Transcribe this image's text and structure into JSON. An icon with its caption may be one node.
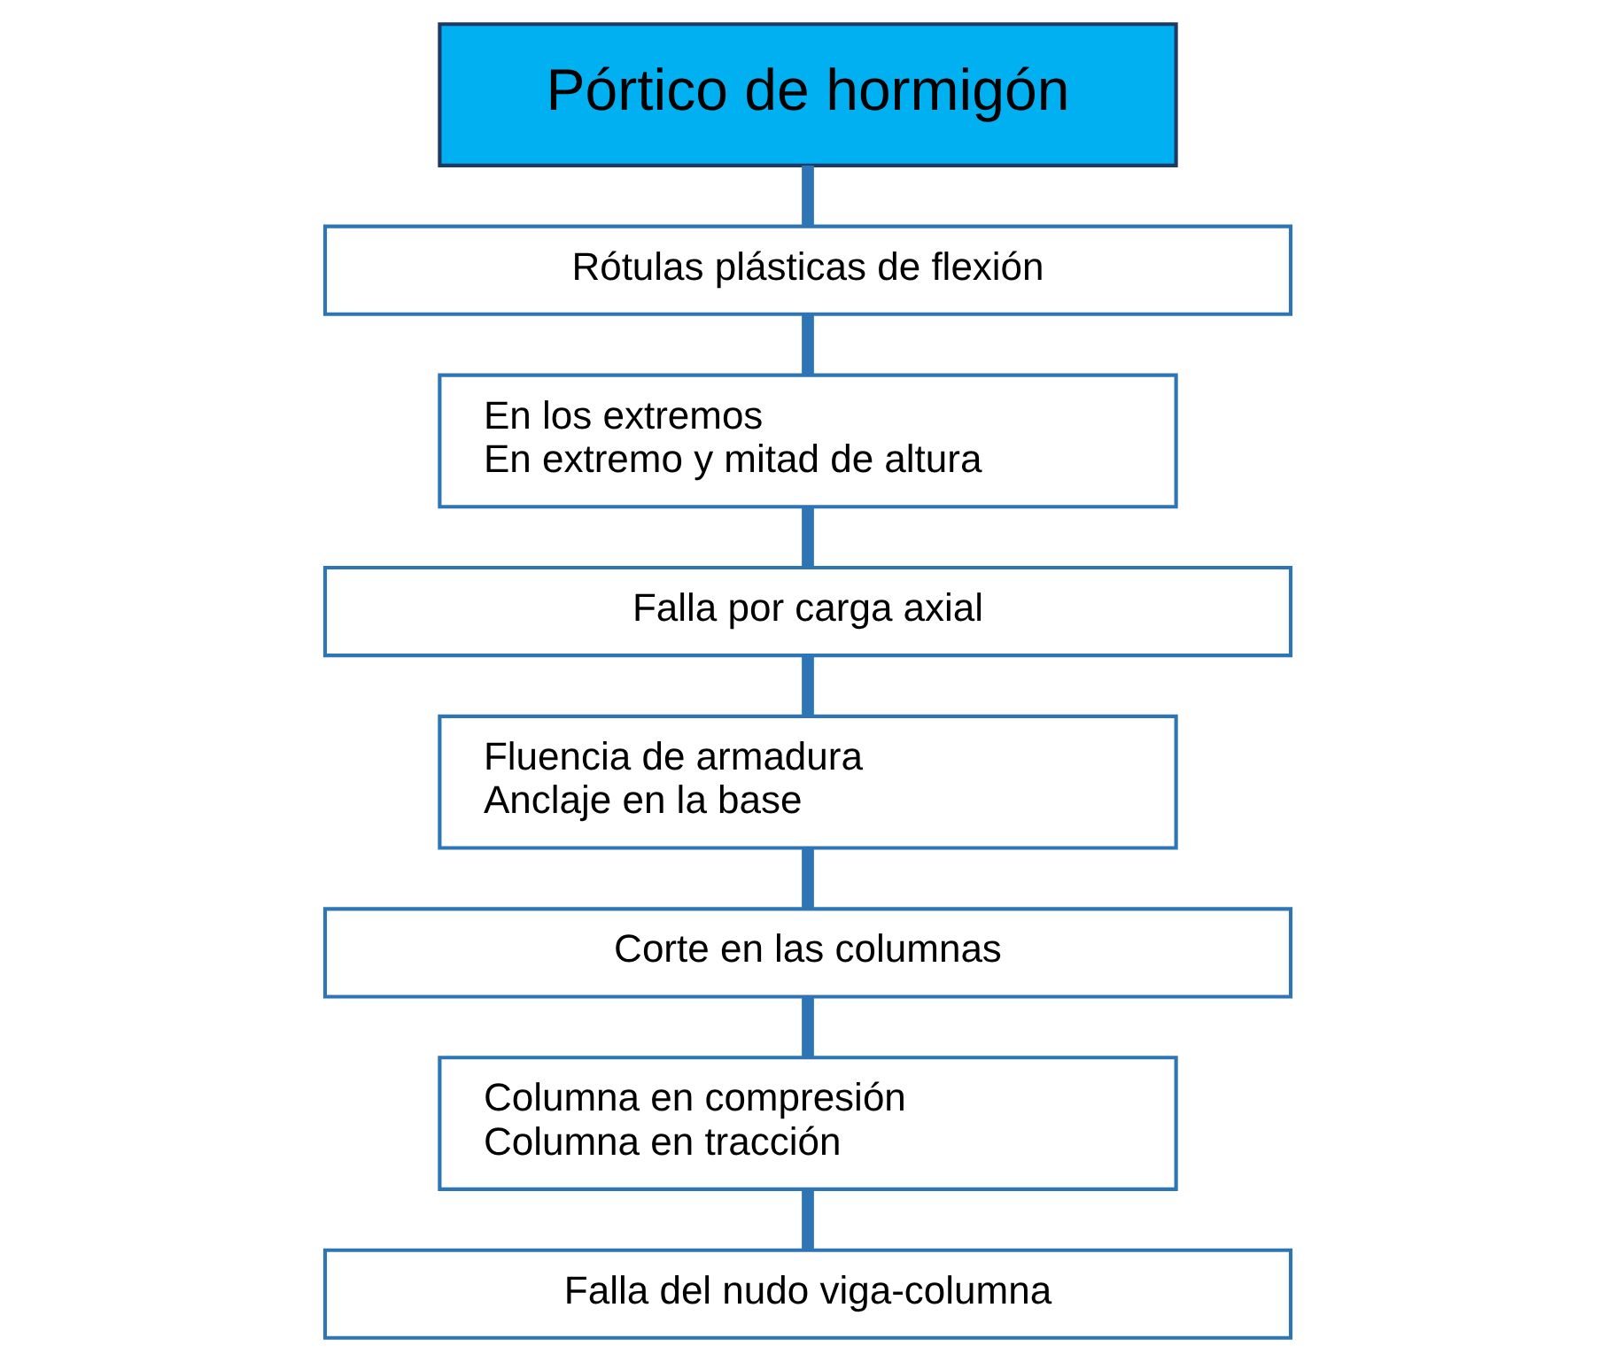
{
  "diagram": {
    "nodes": [
      {
        "text": [
          "Pórtico de hormigón"
        ]
      },
      {
        "text": [
          "Rótulas plásticas de flexión"
        ]
      },
      {
        "text": [
          "En los extremos",
          "En extremo y mitad de altura"
        ]
      },
      {
        "text": [
          "Falla por carga axial"
        ]
      },
      {
        "text": [
          "Fluencia de armadura",
          "Anclaje en la base"
        ]
      },
      {
        "text": [
          "Corte en las columnas"
        ]
      },
      {
        "text": [
          "Columna en compresión",
          "Columna en tracción"
        ]
      },
      {
        "text": [
          "Falla del nudo viga-columna"
        ]
      }
    ],
    "edges": [
      {
        "from": 0,
        "to": 1,
        "arrow": "none"
      },
      {
        "from": 1,
        "to": 2,
        "arrow": "none"
      },
      {
        "from": 2,
        "to": 3,
        "arrow": "none"
      },
      {
        "from": 3,
        "to": 4,
        "arrow": "none"
      },
      {
        "from": 4,
        "to": 5,
        "arrow": "none"
      },
      {
        "from": 5,
        "to": 6,
        "arrow": "none"
      },
      {
        "from": 6,
        "to": 7,
        "arrow": "none"
      }
    ]
  }
}
